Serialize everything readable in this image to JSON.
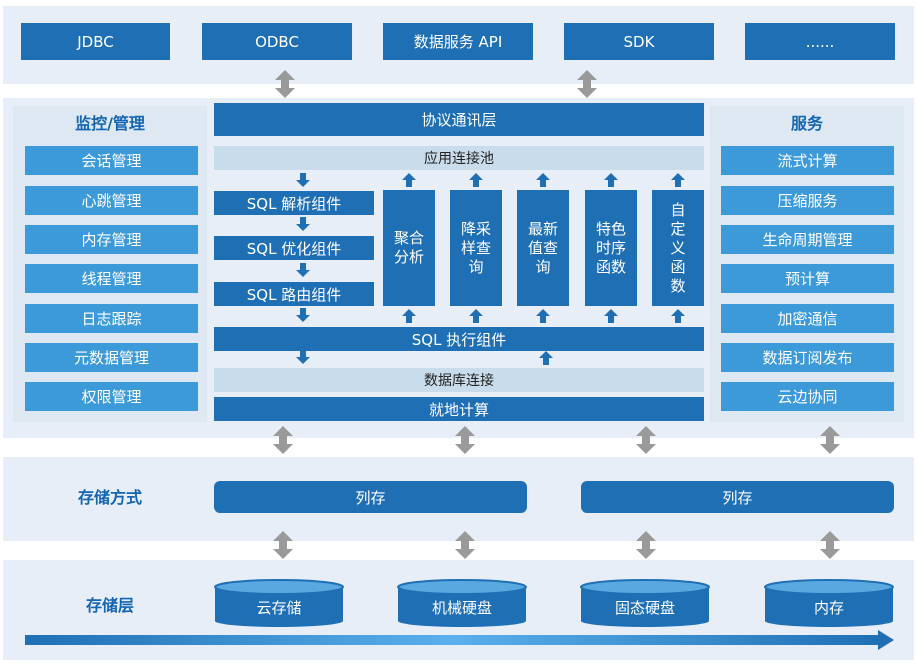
{
  "top_interfaces": [
    "JDBC",
    "ODBC",
    "数据服务 API",
    "SDK",
    "......"
  ],
  "monitor": {
    "title": "监控/管理",
    "items": [
      "会话管理",
      "心跳管理",
      "内存管理",
      "线程管理",
      "日志跟踪",
      "元数据管理",
      "权限管理"
    ]
  },
  "service": {
    "title": "服务",
    "items": [
      "流式计算",
      "压缩服务",
      "生命周期管理",
      "预计算",
      "加密通信",
      "数据订阅发布",
      "云边协同"
    ]
  },
  "core": {
    "protocol": "协议通讯层",
    "pool": "应用连接池",
    "sql_components": [
      "SQL 解析组件",
      "SQL 优化组件",
      "SQL 路由组件"
    ],
    "functions": [
      "聚合\n分析",
      "降采\n样查\n询",
      "最新\n值查\n询",
      "特色\n时序\n函数",
      "自\n定\n义\n函\n数"
    ],
    "exec": "SQL 执行组件",
    "db_conn": "数据库连接",
    "local": "就地计算"
  },
  "storage_mode": {
    "title": "存储方式",
    "items": [
      "列存",
      "列存"
    ]
  },
  "storage_layer": {
    "title": "存储层",
    "items": [
      "云存储",
      "机械硬盘",
      "固态硬盘",
      "内存"
    ]
  },
  "colors": {
    "dark": "#1f6fb5",
    "mid": "#3d9ad8",
    "light": "#c9dceb",
    "band": "#e8eef7",
    "title": "#1565b0",
    "arrow_gray": "#9a9a9a"
  }
}
